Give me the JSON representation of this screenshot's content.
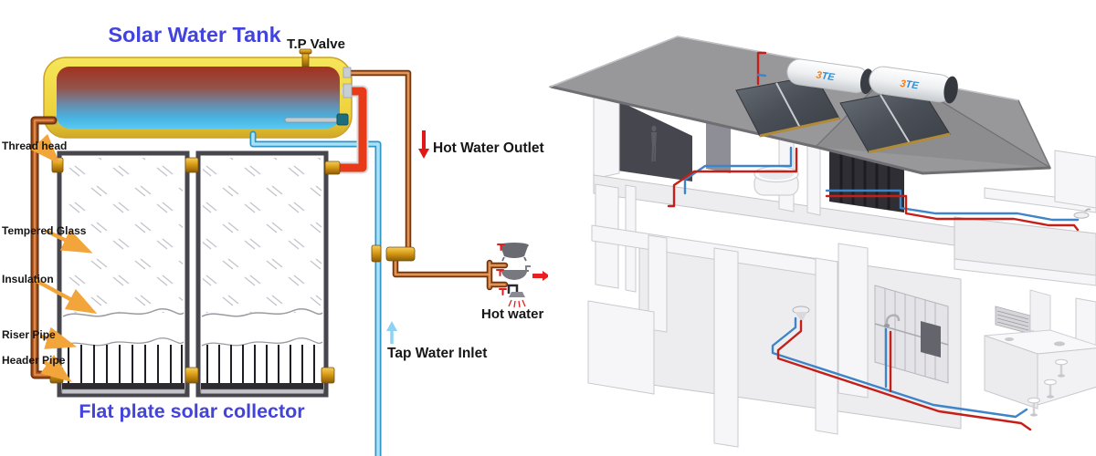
{
  "colors": {
    "title_blue": "#4343dd",
    "label_black": "#161616",
    "arrow_orange": "#f2a53a",
    "pipe_red": "#e63a18",
    "pipe_blue_light": "#a8e2fa",
    "pipe_copper": "#b85c20",
    "tank_gold": "#eed23c",
    "roof_gray": "#98989b",
    "house_pipe_red": "#c42019",
    "house_pipe_blue": "#3d85c8",
    "logo_orange": "#f08020",
    "logo_blue": "#2a8fd4"
  },
  "schematic": {
    "title": "Solar Water Tank",
    "caption": "Flat plate solar collector",
    "tp_valve_label": "T.P Valve",
    "hot_water_outlet_label": "Hot Water Outlet",
    "hot_water_label": "Hot water",
    "tap_water_inlet_label": "Tap Water Inlet",
    "part_labels": [
      "Thread head",
      "Tempered Glass",
      "Insulation",
      "Riser Pipe",
      "Header Pipe"
    ],
    "fixture_icons": [
      "bathtub-icon",
      "sink-icon",
      "shower-icon"
    ]
  },
  "house": {
    "brand_parts": [
      "3",
      "TE"
    ],
    "solar_unit_count": 2
  }
}
